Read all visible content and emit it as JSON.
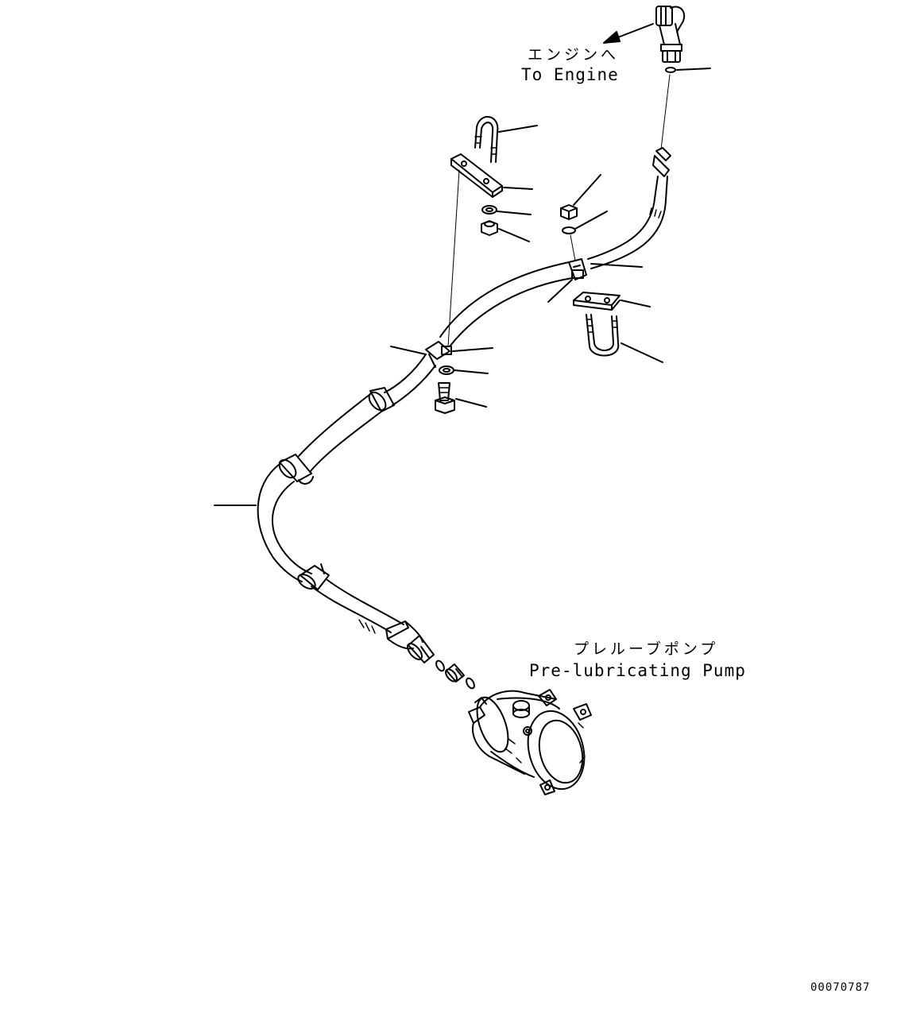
{
  "labels": {
    "engine_jp": "エンジンへ",
    "engine_en": "To Engine",
    "pump_jp": "プレルーブポンプ",
    "pump_en": "Pre-lubricating Pump",
    "drawing_number": "00070787"
  },
  "colors": {
    "line": "#000000",
    "background": "#ffffff"
  },
  "icons": {
    "pump": "pre-lubricating-pump-drawing",
    "engine_fitting": "elbow-fitting-drawing"
  }
}
